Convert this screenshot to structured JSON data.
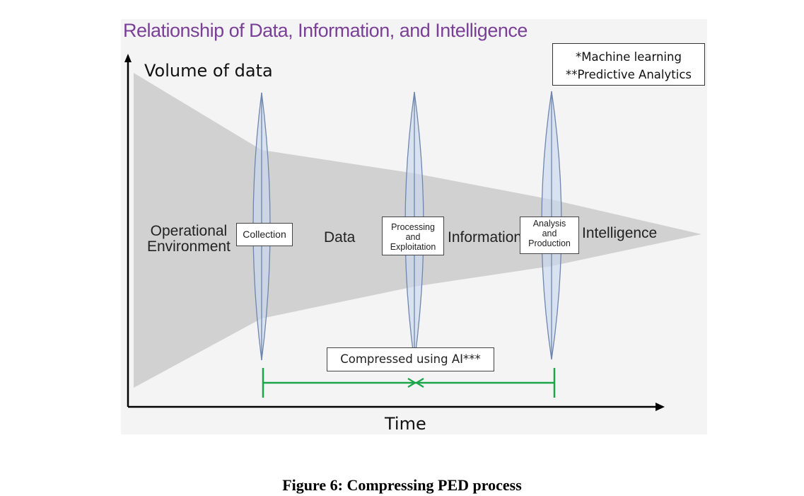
{
  "title": "Relationship of Data, Information, and Intelligence",
  "axes": {
    "y_label": "Volume of data",
    "x_label": "Time"
  },
  "notes": {
    "line1": "*Machine learning",
    "line2": "**Predictive Analytics"
  },
  "flow_labels": {
    "environment_line1": "Operational",
    "environment_line2": "Environment",
    "data": "Data",
    "information": "Information",
    "intelligence": "Intelligence"
  },
  "stages": {
    "collection": "Collection",
    "processing_line1": "Processing",
    "processing_line2": "and",
    "processing_line3": "Exploitation",
    "analysis_line1": "Analysis",
    "analysis_line2": "and",
    "analysis_line3": "Production"
  },
  "compression": {
    "label": "Compressed using AI***"
  },
  "caption": "Figure 6: Compressing PED process",
  "colors": {
    "title": "#7a3f97",
    "funnel": "#c8c8c8",
    "lens_fill": "#c7d6ed",
    "lens_stroke": "#6f86ad",
    "arrow_green": "#1aa54a",
    "axis": "#000000"
  }
}
